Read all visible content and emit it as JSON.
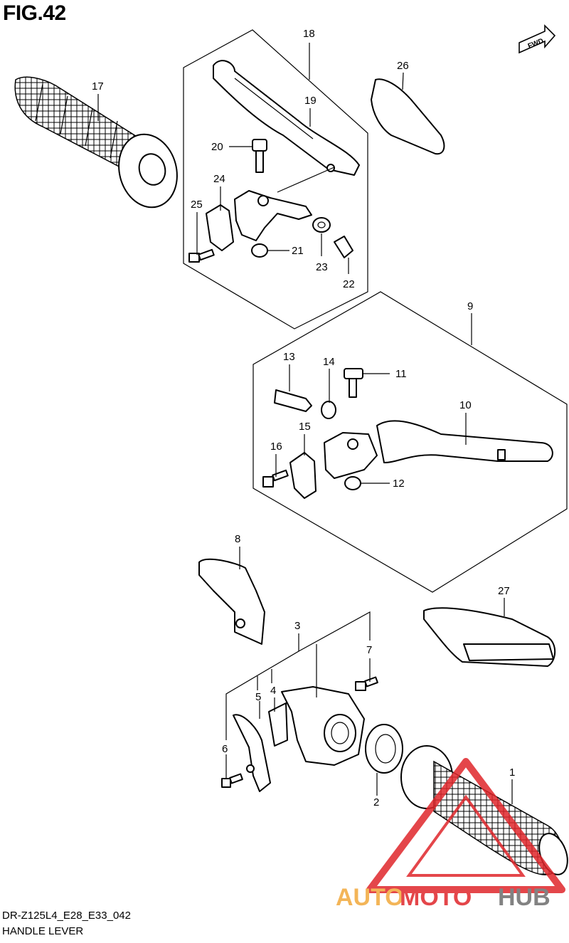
{
  "figure": {
    "title": "FIG.42",
    "model_code": "DR-Z125L4_E28_E33_042",
    "name": "HANDLE LEVER"
  },
  "fwd_badge": "FWD",
  "watermark": {
    "auto": "AUTO",
    "moto": "MOTO",
    "hub": "HUB",
    "colors": {
      "orange": "#f2a93b",
      "red": "#e0262b",
      "grey": "#6d6d6d"
    }
  },
  "callouts": {
    "c1": "1",
    "c2": "2",
    "c3": "3",
    "c4": "4",
    "c5": "5",
    "c6": "6",
    "c7": "7",
    "c8": "8",
    "c9": "9",
    "c10": "10",
    "c11": "11",
    "c12": "12",
    "c13": "13",
    "c14": "14",
    "c15": "15",
    "c16": "16",
    "c17": "17",
    "c18": "18",
    "c19": "19",
    "c20": "20",
    "c21": "21",
    "c22": "22",
    "c23": "23",
    "c24": "24",
    "c25": "25",
    "c26": "26",
    "c27": "27"
  }
}
